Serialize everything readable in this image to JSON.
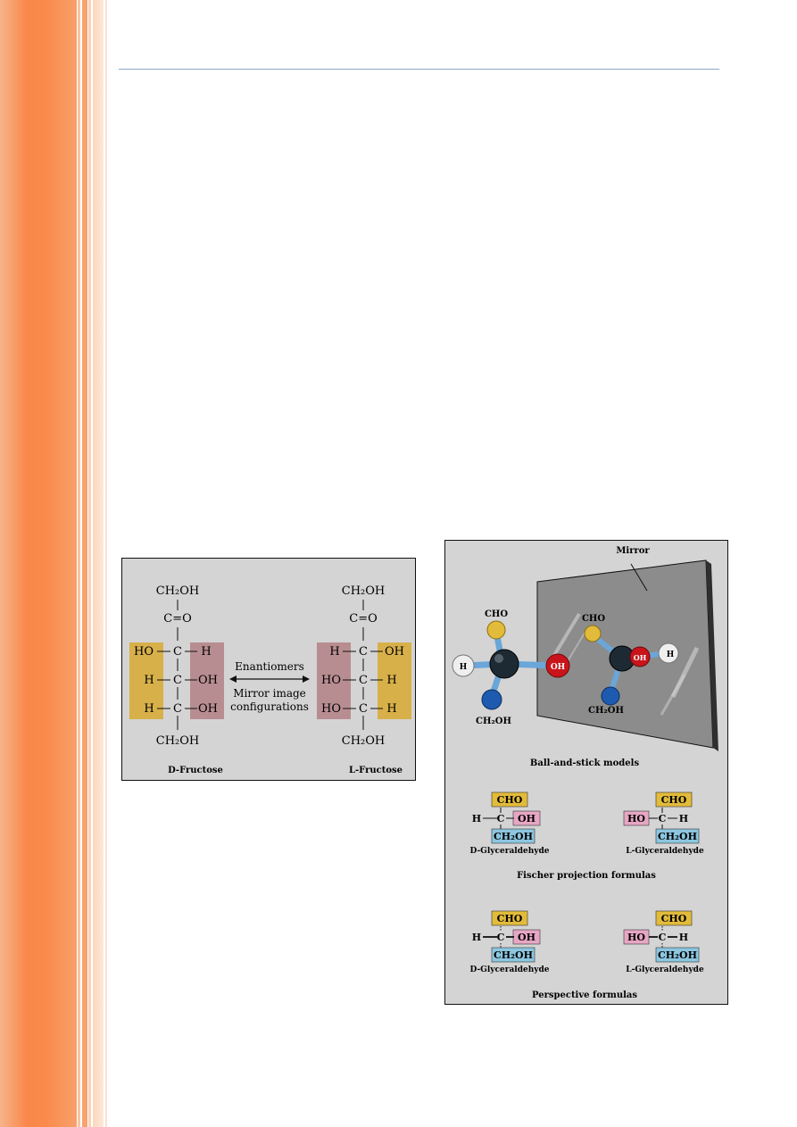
{
  "figure1": {
    "d_formula": {
      "top": "CH₂OH",
      "carbonyl": "C=O",
      "rows": [
        {
          "left": "HO",
          "right": "H"
        },
        {
          "left": "H",
          "right": "OH"
        },
        {
          "left": "H",
          "right": "OH"
        }
      ],
      "bottom": "CH₂OH",
      "label": "D-Fructose"
    },
    "l_formula": {
      "top": "CH₂OH",
      "carbonyl": "C=O",
      "rows": [
        {
          "left": "H",
          "right": "OH"
        },
        {
          "left": "HO",
          "right": "H"
        },
        {
          "left": "HO",
          "right": "H"
        }
      ],
      "bottom": "CH₂OH",
      "label": "L-Fructose"
    },
    "arrow_top_text": "Enantiomers",
    "arrow_bottom_text_1": "Mirror image",
    "arrow_bottom_text_2": "configurations",
    "colors": {
      "gold": "#d7b04a",
      "mauve": "#b88d91",
      "panel": "#d4d4d4"
    }
  },
  "figure2": {
    "mirror_label": "Mirror",
    "ball_stick": {
      "cho": "CHO",
      "h": "H",
      "oh": "OH",
      "ch2oh": "CH₂OH",
      "caption": "Ball-and-stick models"
    },
    "fischer": {
      "d": {
        "top": "CHO",
        "left": "H",
        "center": "C",
        "right": "OH",
        "bottom": "CH₂OH",
        "label": "D-Glyceraldehyde"
      },
      "l": {
        "top": "CHO",
        "left": "HO",
        "center": "C",
        "right": "H",
        "bottom": "CH₂OH",
        "label": "L-Glyceraldehyde"
      },
      "caption": "Fischer projection formulas"
    },
    "perspective": {
      "d": {
        "top": "CHO",
        "left": "H",
        "center": "C",
        "right": "OH",
        "bottom": "CH₂OH",
        "label": "D-Glyceraldehyde"
      },
      "l": {
        "top": "CHO",
        "left": "HO",
        "center": "C",
        "right": "H",
        "bottom": "CH₂OH",
        "label": "L-Glyceraldehyde"
      },
      "caption": "Perspective formulas"
    },
    "colors": {
      "gold": "#e2bb3a",
      "pink": "#e7a6c4",
      "blue": "#8cc6e0",
      "red": "#c8141a",
      "dark": "#1e2a33",
      "stick": "#6aa6d8"
    }
  }
}
